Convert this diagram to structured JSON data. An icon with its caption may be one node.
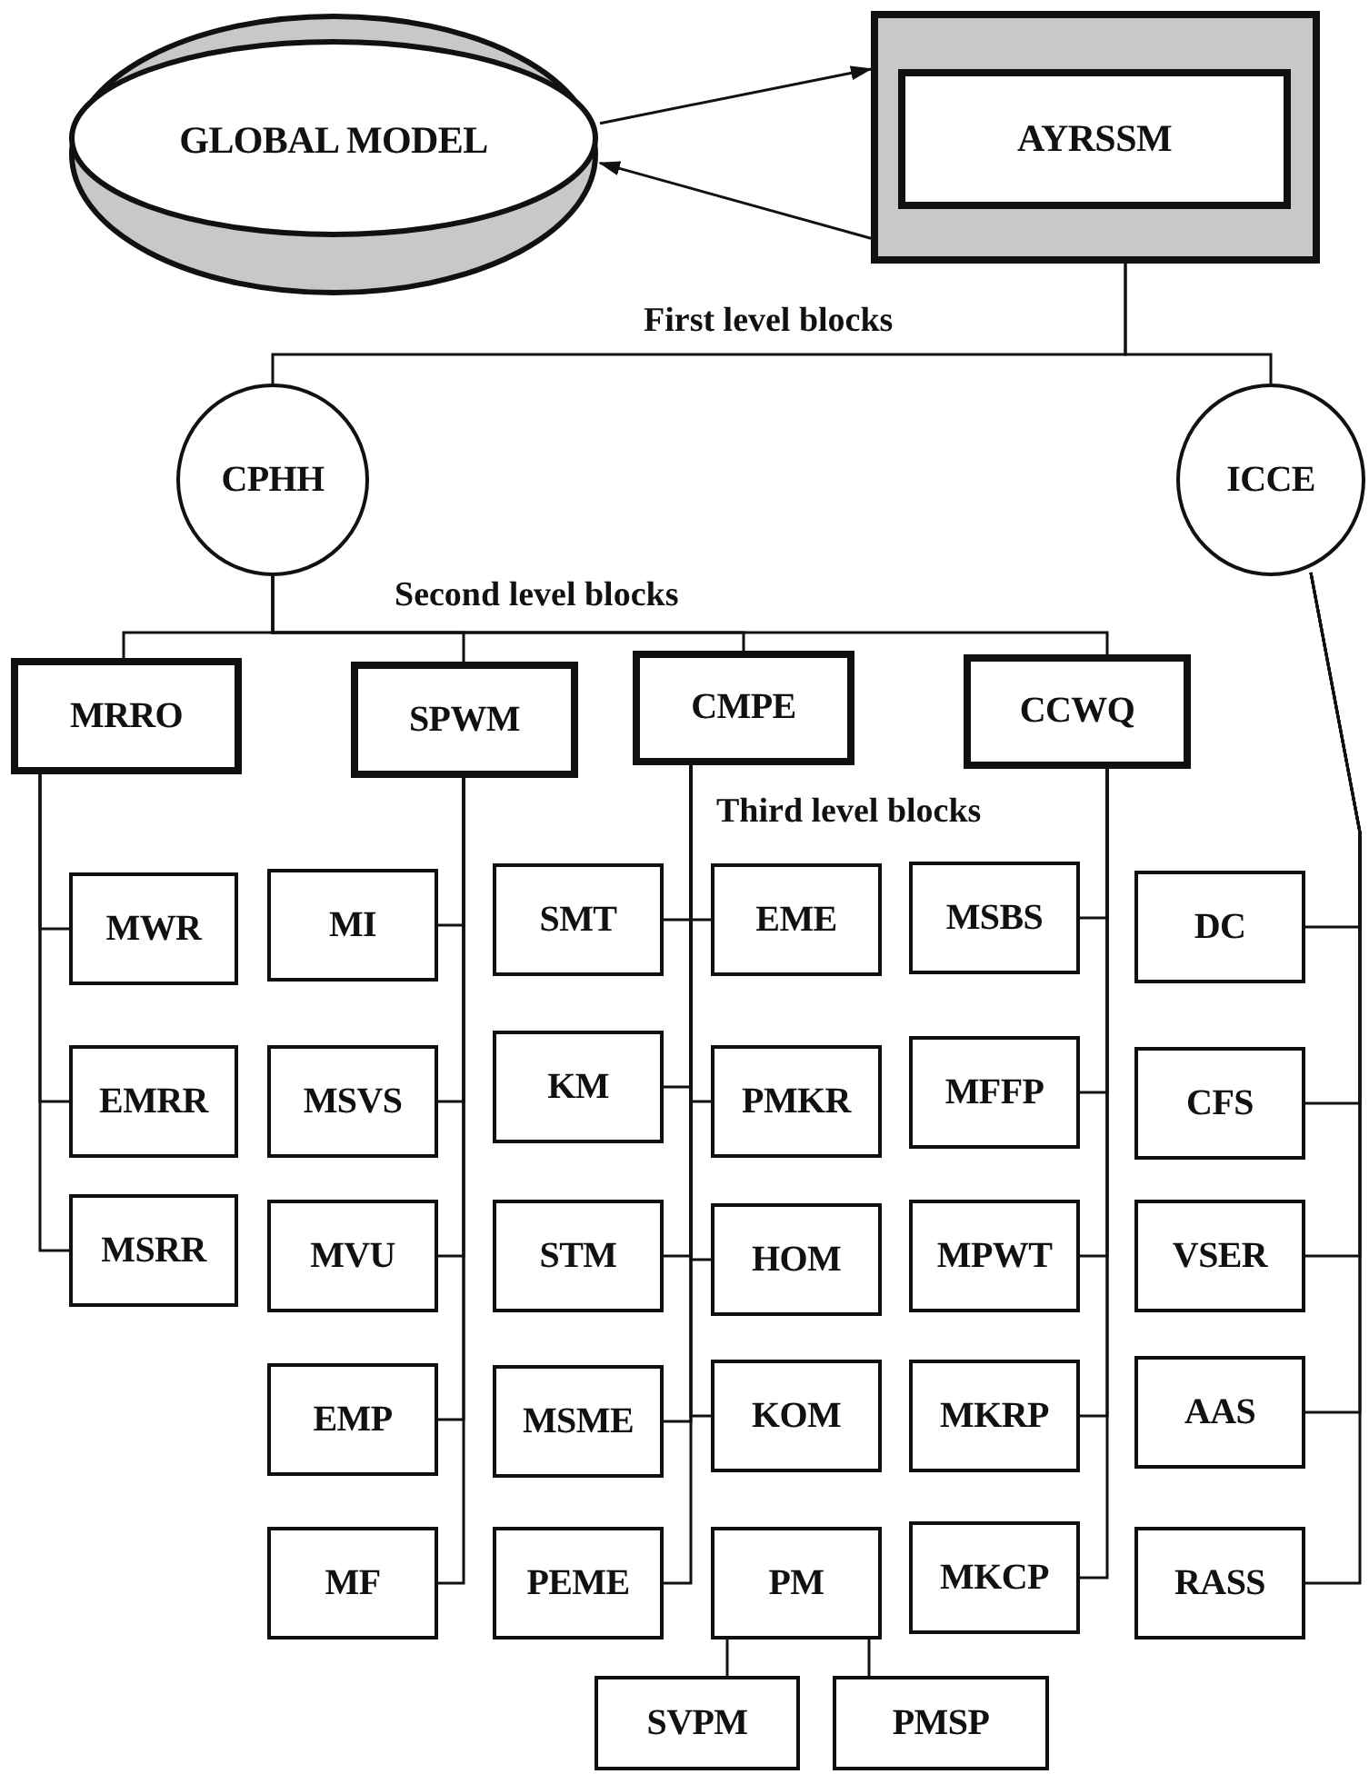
{
  "diagram": {
    "nodes": [
      {
        "text": [
          "GLOBAL MODEL"
        ]
      },
      {
        "text": [
          "AYRSSM"
        ]
      },
      {
        "text": [
          "CPHH"
        ]
      },
      {
        "text": [
          "ICCE"
        ]
      },
      {
        "text": [
          "MRRO"
        ]
      },
      {
        "text": [
          "SPWM"
        ]
      },
      {
        "text": [
          "CMPE"
        ]
      },
      {
        "text": [
          "CCWQ"
        ]
      },
      {
        "text": [
          "MWR"
        ]
      },
      {
        "text": [
          "MI"
        ]
      },
      {
        "text": [
          "SMT"
        ]
      },
      {
        "text": [
          "EME"
        ]
      },
      {
        "text": [
          "MSBS"
        ]
      },
      {
        "text": [
          "DC"
        ]
      },
      {
        "text": [
          "EMRR"
        ]
      },
      {
        "text": [
          "MSVS"
        ]
      },
      {
        "text": [
          "KM"
        ]
      },
      {
        "text": [
          "PMKR"
        ]
      },
      {
        "text": [
          "MFFP"
        ]
      },
      {
        "text": [
          "CFS"
        ]
      },
      {
        "text": [
          "MSRR"
        ]
      },
      {
        "text": [
          "MVU"
        ]
      },
      {
        "text": [
          "STM"
        ]
      },
      {
        "text": [
          "HOM"
        ]
      },
      {
        "text": [
          "MPWT"
        ]
      },
      {
        "text": [
          "VSER"
        ]
      },
      {
        "text": [
          "EMP"
        ]
      },
      {
        "text": [
          "MSME"
        ]
      },
      {
        "text": [
          "KOM"
        ]
      },
      {
        "text": [
          "MKRP"
        ]
      },
      {
        "text": [
          "AAS"
        ]
      },
      {
        "text": [
          "MF"
        ]
      },
      {
        "text": [
          "PEME"
        ]
      },
      {
        "text": [
          "PM"
        ]
      },
      {
        "text": [
          "MKCP"
        ]
      },
      {
        "text": [
          "RASS"
        ]
      },
      {
        "text": [
          "SVPM"
        ]
      },
      {
        "text": [
          "PMSP"
        ]
      }
    ],
    "edges": [
      {
        "from": 0,
        "to": 1,
        "arrow": "to"
      },
      {
        "from": 1,
        "to": 0,
        "arrow": "to"
      },
      {
        "from": 1,
        "to": 2,
        "arrow": "none"
      },
      {
        "from": 1,
        "to": 3,
        "arrow": "none"
      },
      {
        "from": 2,
        "to": 4,
        "arrow": "none"
      },
      {
        "from": 2,
        "to": 5,
        "arrow": "none"
      },
      {
        "from": 2,
        "to": 6,
        "arrow": "none"
      },
      {
        "from": 2,
        "to": 7,
        "arrow": "none"
      },
      {
        "from": 4,
        "to": 8,
        "arrow": "none"
      },
      {
        "from": 4,
        "to": 14,
        "arrow": "none"
      },
      {
        "from": 4,
        "to": 20,
        "arrow": "none"
      },
      {
        "from": 5,
        "to": 9,
        "arrow": "none"
      },
      {
        "from": 5,
        "to": 15,
        "arrow": "none"
      },
      {
        "from": 5,
        "to": 21,
        "arrow": "none"
      },
      {
        "from": 5,
        "to": 26,
        "arrow": "none"
      },
      {
        "from": 5,
        "to": 31,
        "arrow": "none"
      },
      {
        "from": 6,
        "to": 10,
        "arrow": "none"
      },
      {
        "from": 6,
        "to": 16,
        "arrow": "none"
      },
      {
        "from": 6,
        "to": 22,
        "arrow": "none"
      },
      {
        "from": 6,
        "to": 27,
        "arrow": "none"
      },
      {
        "from": 6,
        "to": 32,
        "arrow": "none"
      },
      {
        "from": 6,
        "to": 11,
        "arrow": "none"
      },
      {
        "from": 6,
        "to": 17,
        "arrow": "none"
      },
      {
        "from": 6,
        "to": 23,
        "arrow": "none"
      },
      {
        "from": 6,
        "to": 28,
        "arrow": "none"
      },
      {
        "from": 7,
        "to": 12,
        "arrow": "none"
      },
      {
        "from": 7,
        "to": 18,
        "arrow": "none"
      },
      {
        "from": 7,
        "to": 24,
        "arrow": "none"
      },
      {
        "from": 7,
        "to": 29,
        "arrow": "none"
      },
      {
        "from": 7,
        "to": 34,
        "arrow": "none"
      },
      {
        "from": 3,
        "to": 13,
        "arrow": "none"
      },
      {
        "from": 3,
        "to": 19,
        "arrow": "none"
      },
      {
        "from": 3,
        "to": 25,
        "arrow": "none"
      },
      {
        "from": 3,
        "to": 30,
        "arrow": "none"
      },
      {
        "from": 3,
        "to": 35,
        "arrow": "none"
      },
      {
        "from": 33,
        "to": 36,
        "arrow": "none"
      },
      {
        "from": 33,
        "to": 37,
        "arrow": "none"
      }
    ],
    "labels": [
      "First level blocks",
      "Second level blocks",
      "Third level blocks"
    ]
  }
}
